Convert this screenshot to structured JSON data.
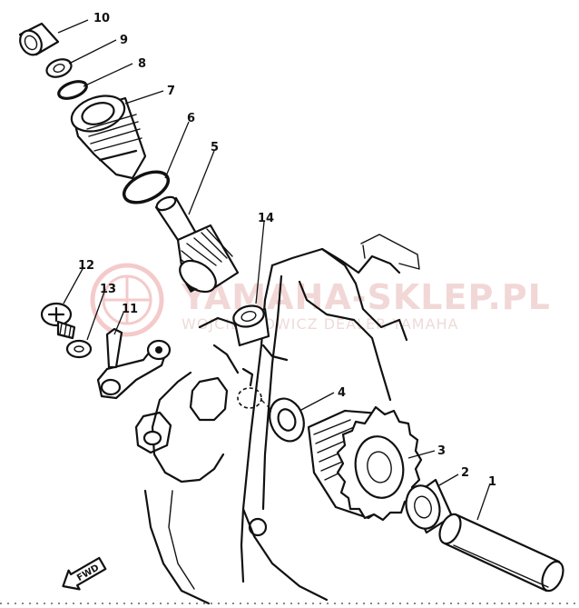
{
  "diagram": {
    "callouts": [
      {
        "id": "p10",
        "label": "10"
      },
      {
        "id": "p9",
        "label": "9"
      },
      {
        "id": "p8",
        "label": "8"
      },
      {
        "id": "p7",
        "label": "7"
      },
      {
        "id": "p6",
        "label": "6"
      },
      {
        "id": "p5",
        "label": "5"
      },
      {
        "id": "p14",
        "label": "14"
      },
      {
        "id": "p12",
        "label": "12"
      },
      {
        "id": "p13",
        "label": "13"
      },
      {
        "id": "p11",
        "label": "11"
      },
      {
        "id": "p4",
        "label": "4"
      },
      {
        "id": "p3",
        "label": "3"
      },
      {
        "id": "p2",
        "label": "2"
      },
      {
        "id": "p1",
        "label": "1"
      }
    ],
    "fwd_arrow_label": "FWD"
  },
  "watermark": {
    "logo_text": "YAMAHA-SKLEP.PL",
    "subtitle": "WOJCIECHOWICZ DEALER YAMAHA",
    "color": "#e26a6a"
  }
}
